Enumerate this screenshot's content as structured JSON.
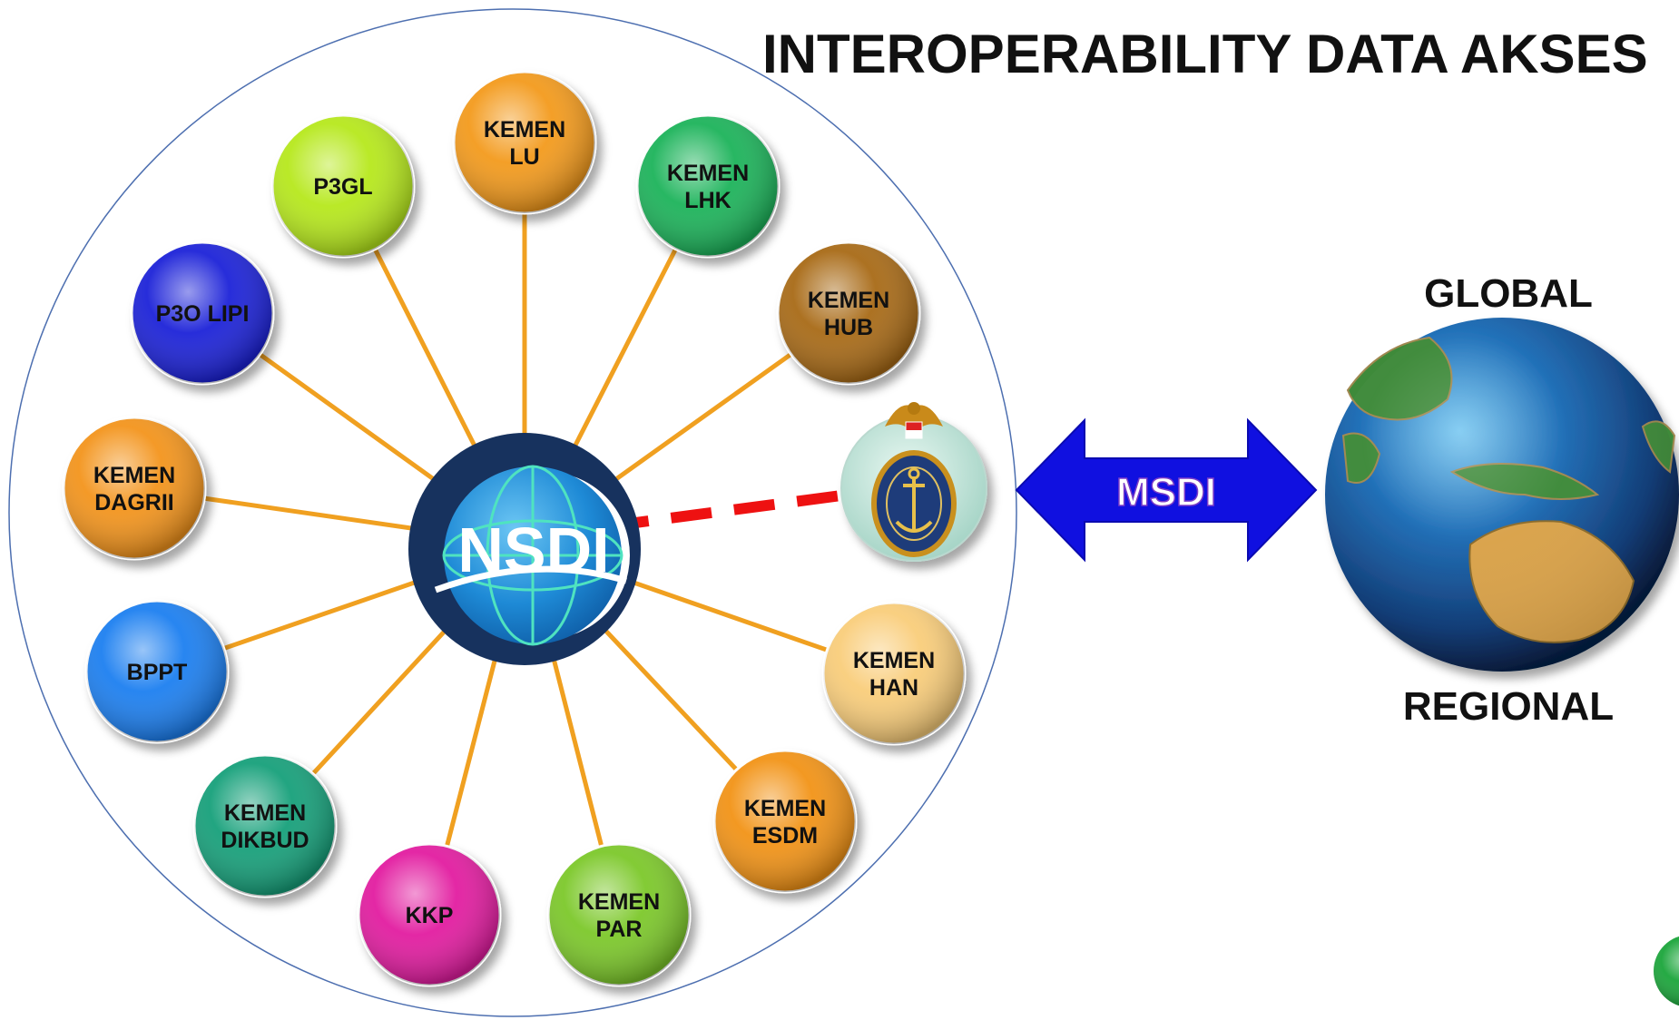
{
  "title": "INTEROPERABILITY DATA AKSES",
  "hub": {
    "label": "NSDI"
  },
  "connector": {
    "label": "MSDI"
  },
  "scopes": {
    "top": "GLOBAL",
    "bottom": "REGIONAL"
  },
  "partner_emblem": "hydro-oceanographic-emblem",
  "nodes": [
    {
      "id": "kemen-lu",
      "lines": [
        "KEMEN",
        "LU"
      ],
      "color": "#f39a1e"
    },
    {
      "id": "kemen-lhk",
      "lines": [
        "KEMEN",
        "LHK"
      ],
      "color": "#1db35a"
    },
    {
      "id": "kemen-hub",
      "lines": [
        "KEMEN",
        "HUB"
      ],
      "color": "#a86a12"
    },
    {
      "id": "kemen-han",
      "lines": [
        "KEMEN",
        "HAN"
      ],
      "color": "#f9cd7a"
    },
    {
      "id": "kemen-esdm",
      "lines": [
        "KEMEN",
        "ESDM"
      ],
      "color": "#f29312"
    },
    {
      "id": "kemen-par",
      "lines": [
        "KEMEN",
        "PAR"
      ],
      "color": "#7bc82a"
    },
    {
      "id": "kkp",
      "lines": [
        "KKP"
      ],
      "color": "#e21ca0"
    },
    {
      "id": "kemen-dikbud",
      "lines": [
        "KEMEN",
        "DIKBUD"
      ],
      "color": "#16a07a"
    },
    {
      "id": "bppt",
      "lines": [
        "BPPT"
      ],
      "color": "#1f7ff0"
    },
    {
      "id": "kemen-dagrii",
      "lines": [
        "KEMEN",
        "DAGRII"
      ],
      "color": "#f3941a"
    },
    {
      "id": "p3o-lipi",
      "lines": [
        "P3O LIPI"
      ],
      "color": "#1a22d8"
    },
    {
      "id": "p3gl",
      "lines": [
        "P3GL"
      ],
      "color": "#b6e81e"
    }
  ],
  "colors": {
    "spoke": "#f0a020",
    "dashed_link": "#ee1111",
    "arrow": "#1010e0",
    "outer_circle": "#4d6fb0",
    "hub_dark": "#17325e",
    "hub_globe": "#1e8ad6"
  }
}
